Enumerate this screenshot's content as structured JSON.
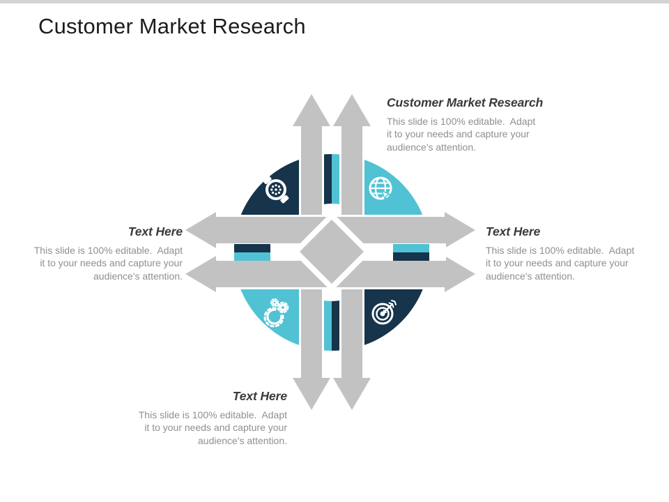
{
  "slide": {
    "title": "Customer Market Research",
    "top_bar_color": "#D3D3D3",
    "background_color": "#FFFFFF"
  },
  "callouts": {
    "top": {
      "heading": "Customer Market Research",
      "body": "This slide is 100% editable.  Adapt\nit to your needs and capture your\naudience's attention."
    },
    "left": {
      "heading": "Text Here",
      "body": "This slide is 100% editable.  Adapt\nit to your needs and capture your\naudience's attention."
    },
    "right": {
      "heading": "Text Here",
      "body": "This slide is 100% editable.  Adapt\nit to your needs and capture your\naudience's attention."
    },
    "bottom": {
      "heading": "Text Here",
      "body": "This slide is 100% editable.  Adapt\nit to your needs and capture your\naudience's attention."
    }
  },
  "diagram": {
    "segments": [
      {
        "position": "top-left",
        "icon": "watch-icon",
        "color": "#16344B"
      },
      {
        "position": "top-right",
        "icon": "globe-cursor-icon",
        "color": "#50C2D4"
      },
      {
        "position": "bottom-left",
        "icon": "gears-icon",
        "color": "#50C2D4"
      },
      {
        "position": "bottom-right",
        "icon": "target-arrow-icon",
        "color": "#16344B"
      }
    ],
    "arrow_color": "#C2C2C2",
    "diamond_color": "#C2C2C2",
    "icon_color": "#FFFFFF"
  }
}
